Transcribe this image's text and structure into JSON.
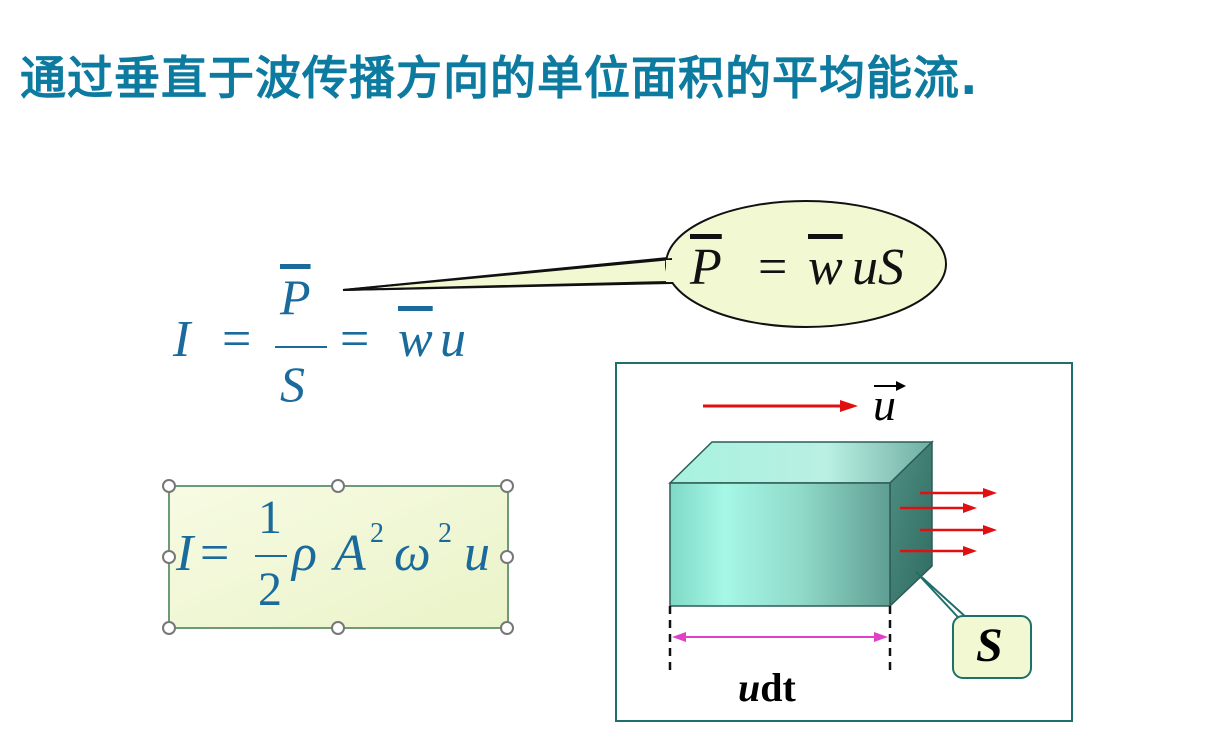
{
  "title": "通过垂直于波传播方向的单位面积的平均能流.",
  "formula_intensity": {
    "lhs": "I",
    "eq1": "=",
    "numerator": "P",
    "denominator": "S",
    "eq2": "=",
    "w": "w",
    "u": "u"
  },
  "callout": {
    "P": "P",
    "eq": "=",
    "w": "w",
    "rest": "uS"
  },
  "formula_box": {
    "lhs": "I",
    "eq": "=",
    "num": "1",
    "den": "2",
    "rho": "ρ",
    "A": "A",
    "exp1": "2",
    "omega": "ω",
    "exp2": "2",
    "u": "u"
  },
  "diagram": {
    "velocity_label": "u",
    "area_label": "S",
    "length_label_u": "u",
    "length_label_dt": "dt",
    "colors": {
      "box_front_left": "#9ff5e4",
      "box_front_right": "#6aa69a",
      "arrow_red": "#e01010",
      "dimension_line": "#e040c8",
      "frame": "#1f6f6a"
    }
  }
}
